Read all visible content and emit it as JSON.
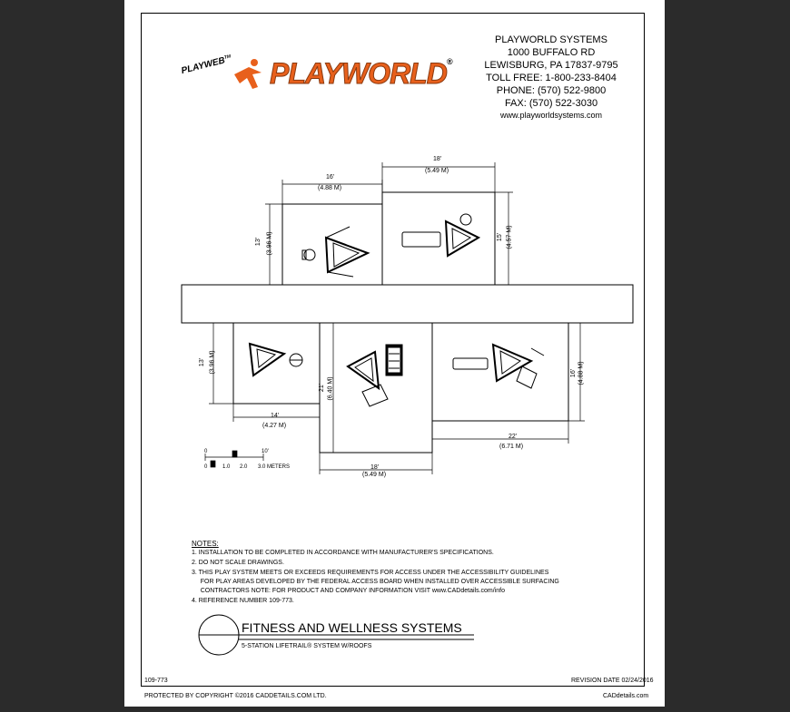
{
  "company": {
    "badge": "PLAYWEB",
    "badge_tm": "TM",
    "logo_text": "PLAYWORLD",
    "reg_mark": "®",
    "address_lines": [
      "PLAYWORLD SYSTEMS",
      "1000 BUFFALO RD",
      "LEWISBURG, PA 17837-9795",
      "TOLL FREE: 1-800-233-8404",
      "PHONE: (570) 522-9800",
      "FAX: (570) 522-3030",
      "www.playworldsystems.com"
    ],
    "brand_color": "#e8601c"
  },
  "dimensions": {
    "top_left_width": "16'",
    "top_left_width_m": "(4.88 M)",
    "top_right_width": "18'",
    "top_right_width_m": "(5.49 M)",
    "top_left_height": "13'",
    "top_left_height_m": "(3.96 M)",
    "top_right_height": "15'",
    "top_right_height_m": "(4.57 M)",
    "bottom_left_height": "13'",
    "bottom_left_height_m": "(3.96 M)",
    "bottom_left_width": "14'",
    "bottom_left_width_m": "(4.27 M)",
    "bottom_mid_height": "21'",
    "bottom_mid_height_m": "(6.40 M)",
    "bottom_mid_width": "18'",
    "bottom_mid_width_m": "(5.49 M)",
    "bottom_right_height": "16'",
    "bottom_right_height_m": "(4.88 M)",
    "bottom_right_width": "22'",
    "bottom_right_width_m": "(6.71 M)"
  },
  "scale_bar": {
    "feet_start": "0",
    "feet_end": "10'",
    "meters_start": "0",
    "meters_labels": [
      "1.0",
      "2.0",
      "3.0 METERS"
    ]
  },
  "notes": {
    "heading": "NOTES:",
    "items": [
      "1.  INSTALLATION TO BE COMPLETED IN ACCORDANCE WITH MANUFACTURER'S SPECIFICATIONS.",
      "2.  DO NOT SCALE DRAWINGS.",
      "3.  THIS PLAY SYSTEM MEETS OR EXCEEDS REQUIREMENTS FOR ACCESS UNDER THE ACCESSIBILITY GUIDELINES",
      "     FOR PLAY AREAS DEVELOPED BY THE FEDERAL ACCESS BOARD WHEN INSTALLED OVER ACCESSIBLE SURFACING",
      "     CONTRACTORS NOTE: FOR PRODUCT AND COMPANY INFORMATION VISIT www.CADdetails.com/info",
      "4.  REFERENCE NUMBER 109-773."
    ]
  },
  "title_block": {
    "title": "FITNESS AND WELLNESS SYSTEMS",
    "subtitle": "5-STATION LIFETRAIL® SYSTEM W/ROOFS"
  },
  "footer": {
    "ref_number": "109-773",
    "revision": "REVISION DATE 02/24/2016",
    "copyright": "PROTECTED BY COPYRIGHT ©2016 CADDETAILS.COM LTD.",
    "site": "CADdetails.com"
  }
}
